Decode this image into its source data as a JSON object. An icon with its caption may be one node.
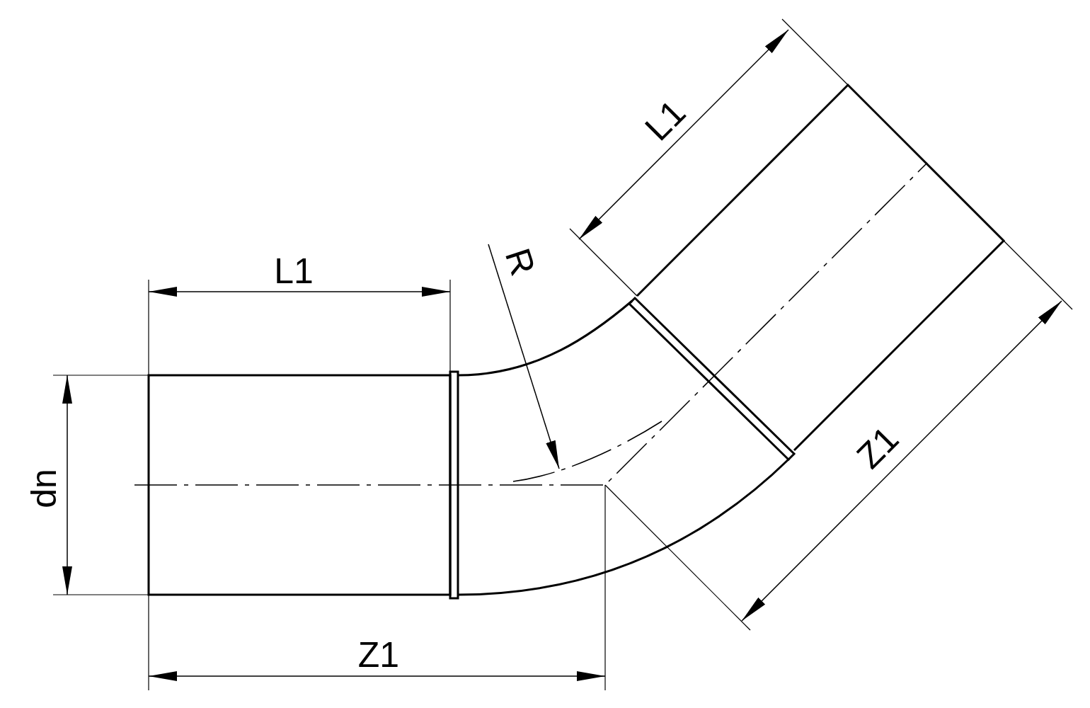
{
  "diagram": {
    "labels": [
      "L1",
      "R",
      "L1",
      "dn",
      "Z1",
      "Z1"
    ]
  }
}
